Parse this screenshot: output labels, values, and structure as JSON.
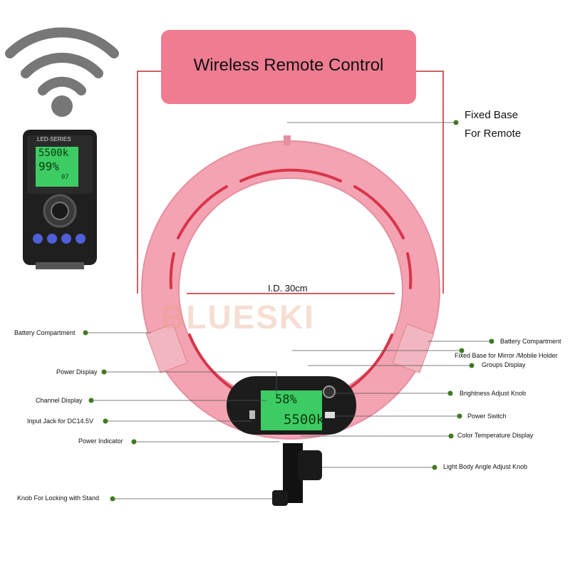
{
  "banner": {
    "title": "Wireless Remote Control"
  },
  "remote": {
    "series": "LED-SERIES",
    "lcd_line1": "5500k",
    "lcd_line2": "99%",
    "lcd_line3": "07"
  },
  "ring": {
    "inner_diameter": "I.D. 30cm",
    "panel_brightness": "58%",
    "panel_temperature": "5500k",
    "watermark": "BLUESKI"
  },
  "callouts": {
    "fixed_base_remote_line1": "Fixed Base",
    "fixed_base_remote_line2": "For Remote",
    "battery_left": "Battery Compartment",
    "battery_right": "Battery Compartment",
    "fixed_base_mirror": "Fixed Base for Mirror /Mobile Holder",
    "groups_display": "Groups Display",
    "power_display": "Power Display",
    "brightness_knob": "Brightness Adjust Knob",
    "channel_display": "Channel Display",
    "power_switch": "Power Switch",
    "input_jack": "Input Jack for DC14.5V",
    "color_temp_display": "Color Temperature Display",
    "power_indicator": "Power Indicator",
    "angle_knob": "Light Body Angle Adjust Knob",
    "locking_knob": "Knob For Locking with Stand"
  },
  "colors": {
    "ring_pink": "#f4a3b3",
    "ring_red_slot": "#d8354a",
    "banner_pink": "#f07c92",
    "callout_dot": "#3f7a1e",
    "dim_line": "#c22a2a",
    "lcd_green": "#3dcc63"
  }
}
